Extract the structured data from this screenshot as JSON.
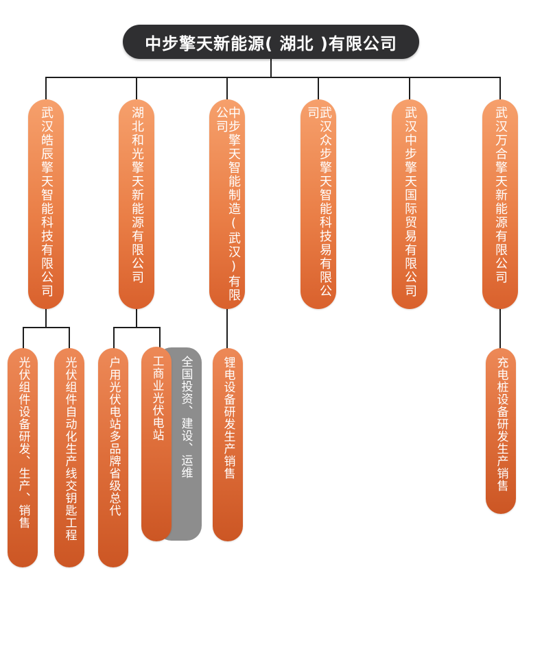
{
  "org_chart": {
    "root": {
      "label": "中步擎天新能源( 湖北 )有限公司"
    },
    "subsidiaries": [
      {
        "label": "武汉皓辰擎天智能科技有限公司"
      },
      {
        "label": "湖北和光擎天新能源有限公司"
      },
      {
        "label": "中步擎天智能制造(武汉)有限公司"
      },
      {
        "label": "武汉众步擎天智能科技易有限公司"
      },
      {
        "label": "武汉中步擎天国际贸易有限公司"
      },
      {
        "label": "武汉万合擎天新能源有限公司"
      }
    ],
    "businesses": [
      {
        "label": "光伏组件设备研发、生产、销售"
      },
      {
        "label": "光伏组件自动化生产线交钥匙工程"
      },
      {
        "label": "户用光伏电站多品牌省级总代"
      },
      {
        "label": "工商业光伏电站"
      },
      {
        "label": "锂电设备研发生产销售"
      },
      {
        "label": "充电桩设备研发生产销售"
      }
    ],
    "note": {
      "label": "全国投资、建设、运维"
    }
  }
}
